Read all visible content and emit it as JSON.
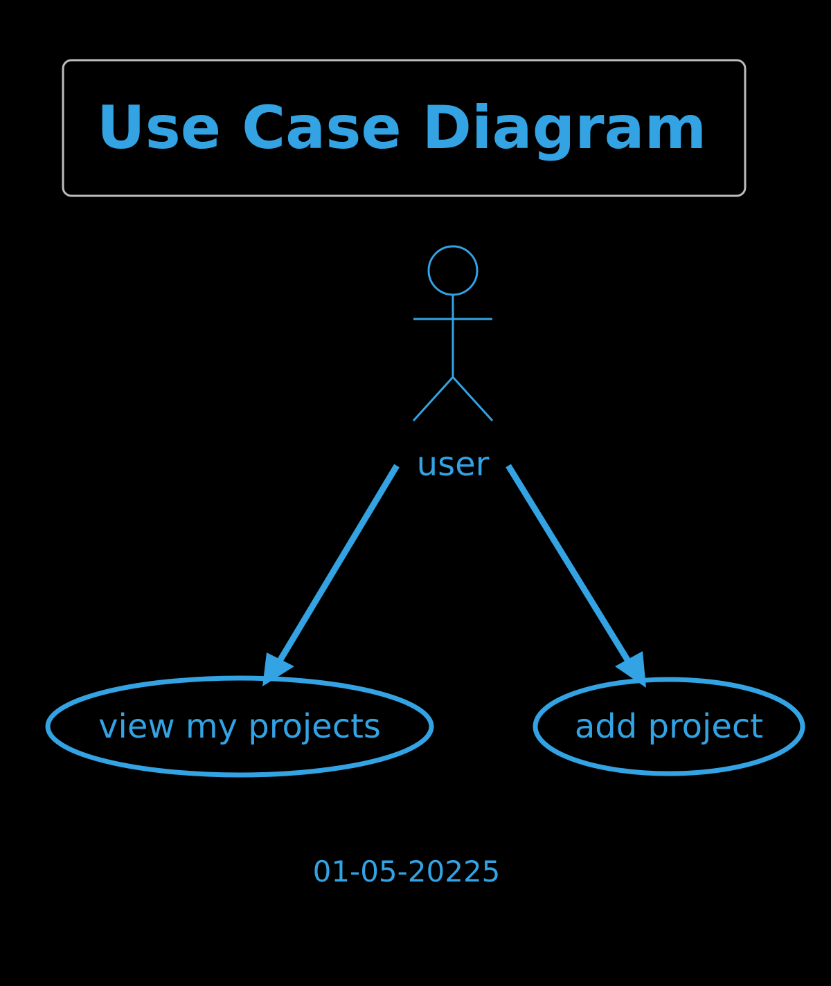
{
  "title": "Use Case Diagram",
  "actor": {
    "name": "user",
    "icon": "stick-figure-icon"
  },
  "use_cases": [
    {
      "label": "view my projects"
    },
    {
      "label": "add project"
    }
  ],
  "associations": [
    {
      "from": "user",
      "to": "view my projects",
      "directed": true
    },
    {
      "from": "user",
      "to": "add project",
      "directed": true
    }
  ],
  "footer": {
    "date": "01-05-20225"
  },
  "colors": {
    "background": "#000000",
    "accent": "#33A3E3",
    "title_border": "#BDBDBD"
  }
}
